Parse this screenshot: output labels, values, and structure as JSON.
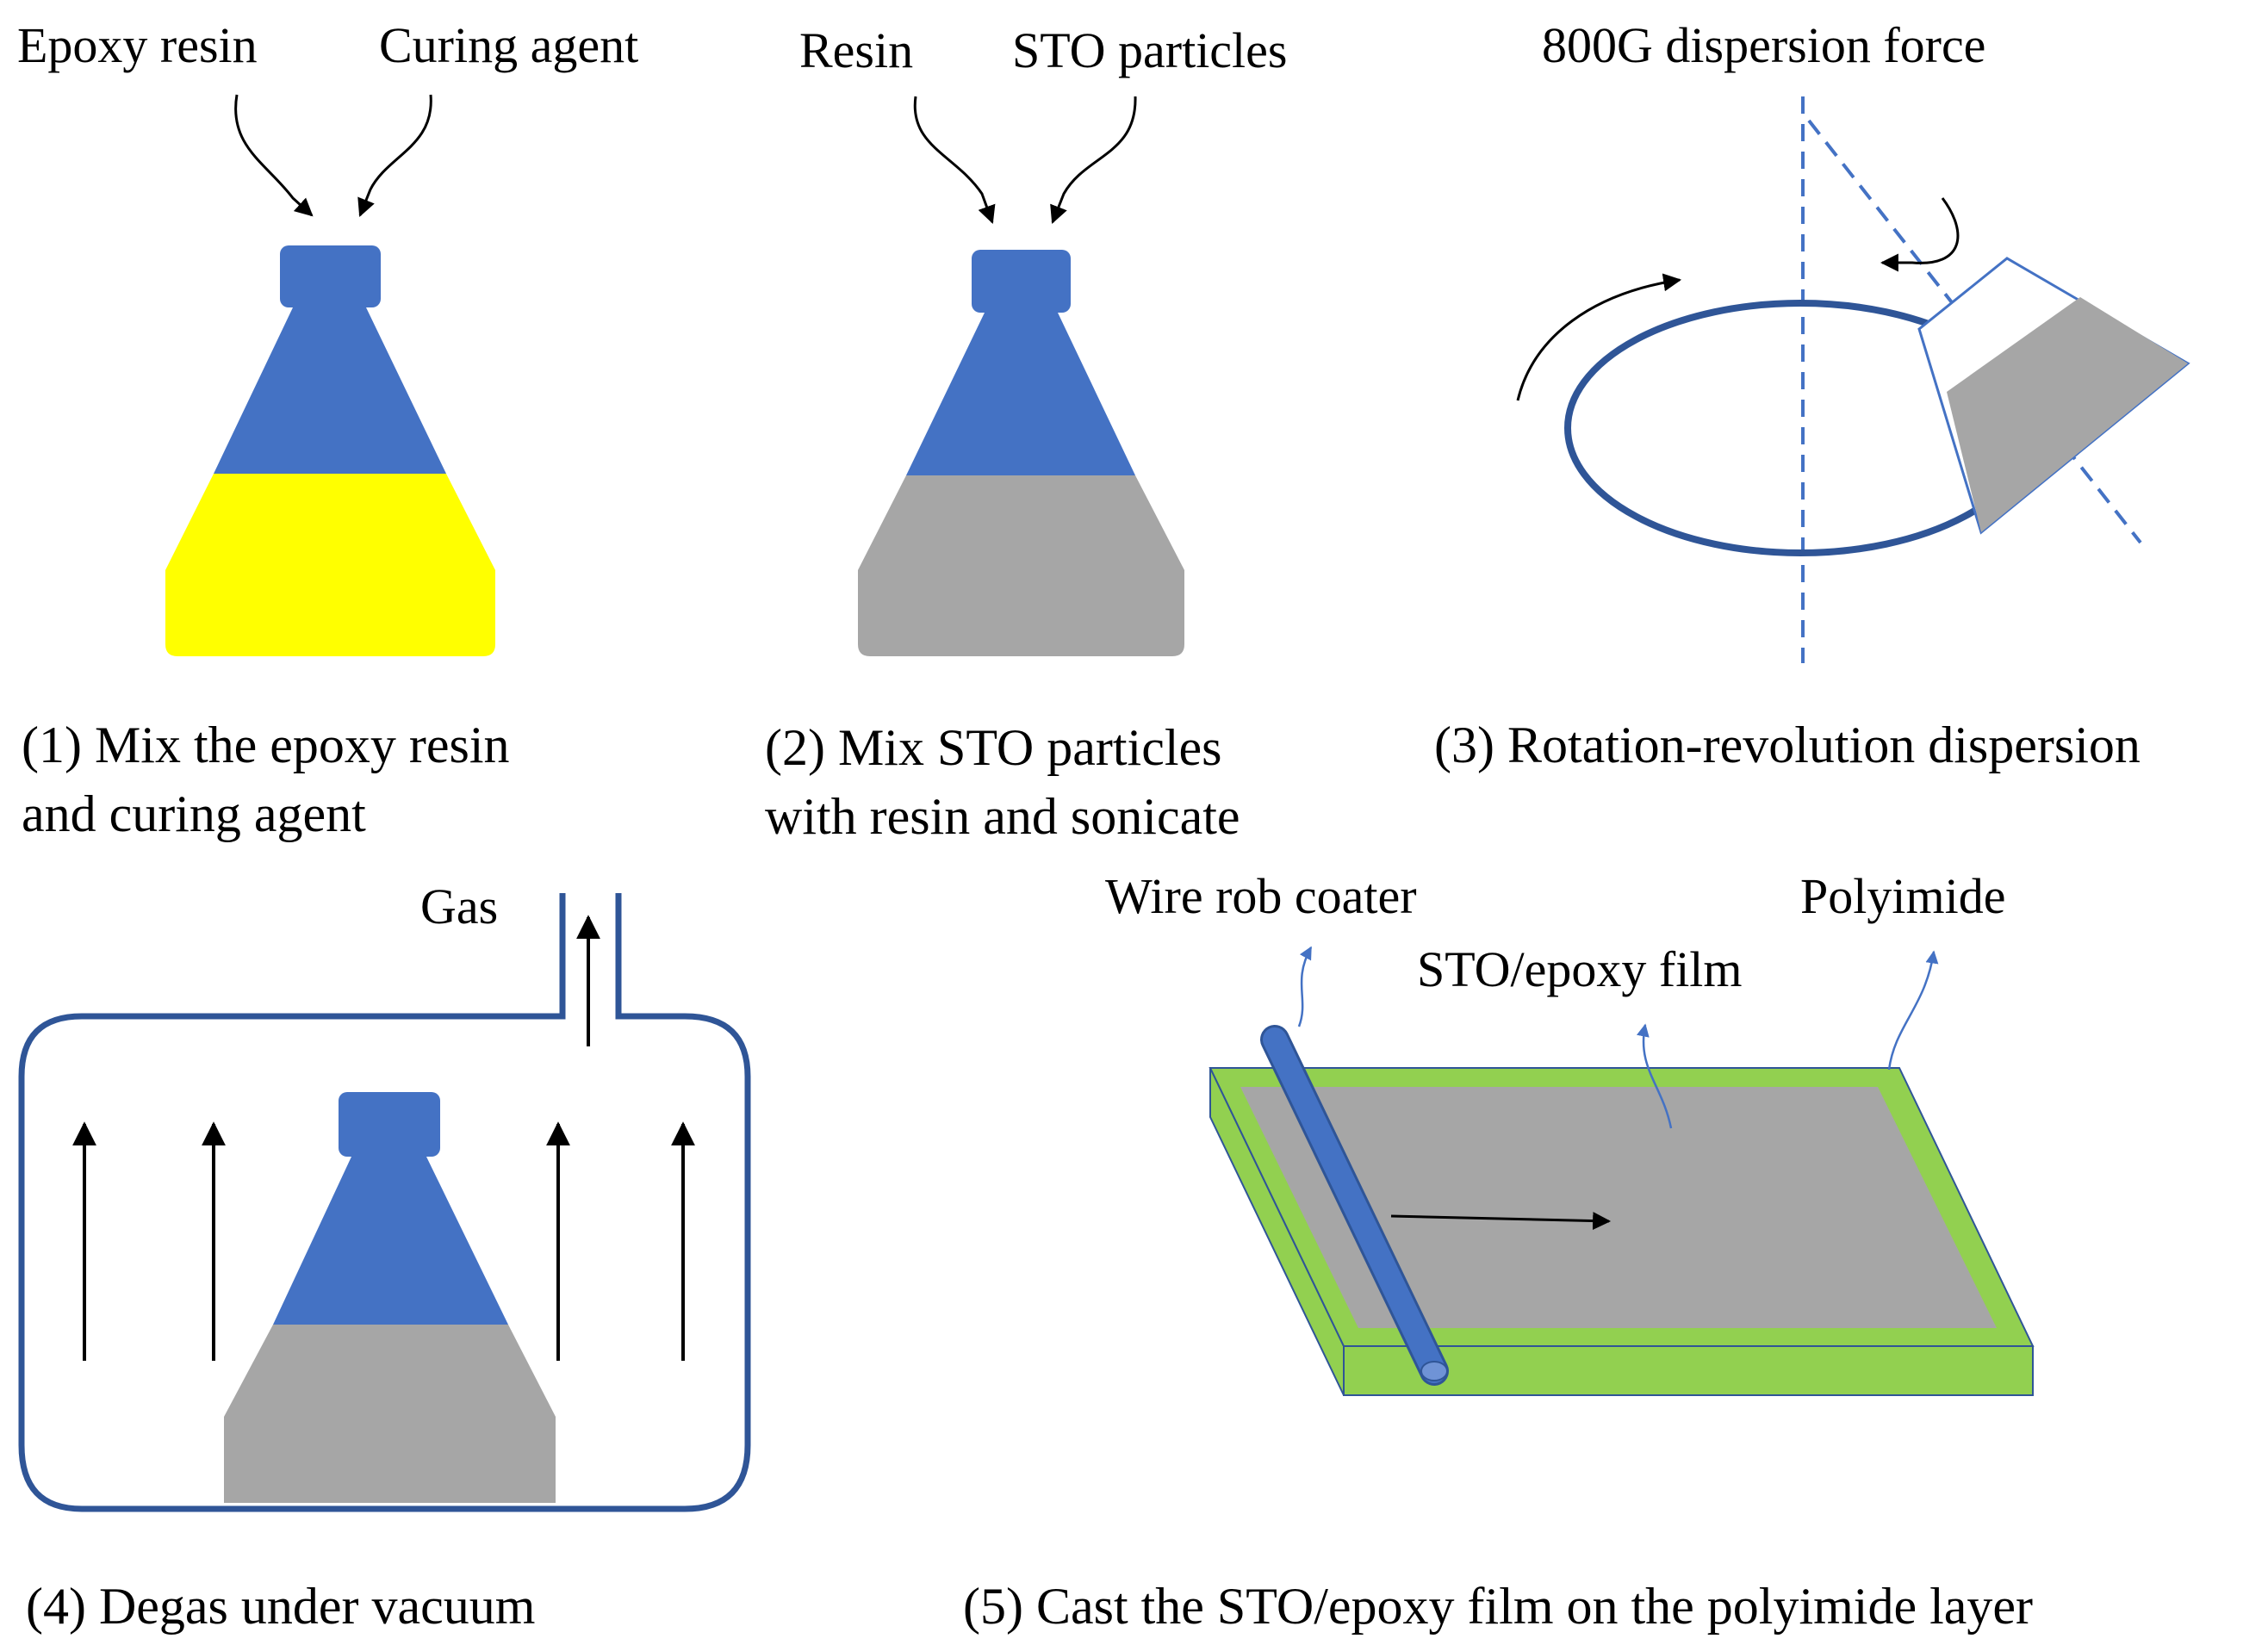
{
  "colors": {
    "flask_cap": "#4472c4",
    "flask_top": "#4472c4",
    "yellow_liquid": "#ffff00",
    "gray_liquid": "#a6a6a6",
    "chamber_outline": "#2f5597",
    "polyimide_green": "#92d050",
    "arrow_black": "#000000",
    "dashed_axis": "#4472c4"
  },
  "step1": {
    "input_left": "Epoxy resin",
    "input_right": "Curing agent",
    "caption_line1": "(1) Mix the epoxy resin",
    "caption_line2": "and curing agent"
  },
  "step2": {
    "input_left": "Resin",
    "input_right": "STO particles",
    "caption_line1": "(2) Mix STO particles",
    "caption_line2": "with resin and sonicate"
  },
  "step3": {
    "force_label": "800G dispersion force",
    "caption": "(3) Rotation-revolution dispersion"
  },
  "step4": {
    "gas_label": "Gas",
    "caption": "(4) Degas under vacuum"
  },
  "step5": {
    "coater_label": "Wire rob coater",
    "film_label": "STO/epoxy film",
    "polyimide_label": "Polyimide",
    "caption": "(5) Cast the STO/epoxy film on the polyimide layer"
  },
  "icons": [
    "flask-icon",
    "arrow-icon",
    "ellipse-orbit",
    "vacuum-chamber",
    "wire-rod-coater"
  ]
}
